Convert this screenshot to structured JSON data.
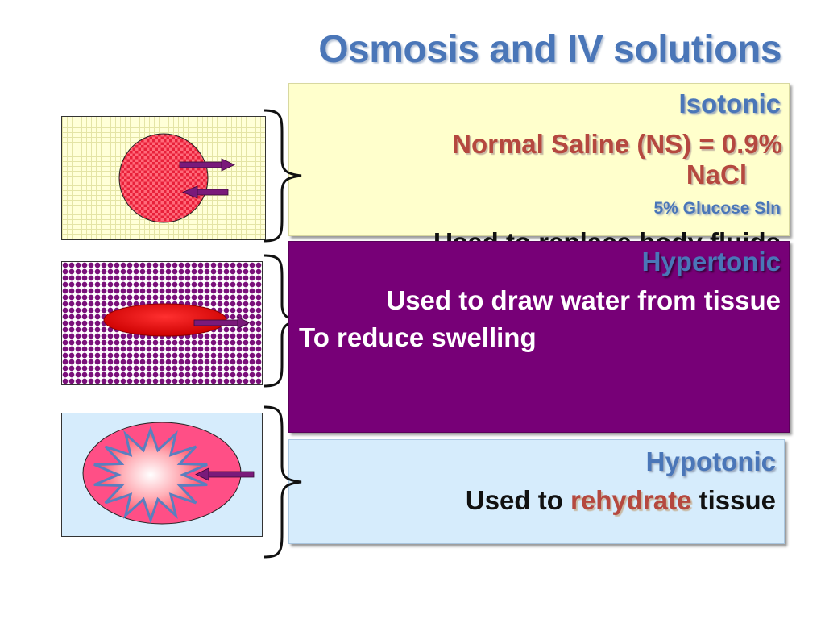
{
  "title": "Osmosis and IV solutions",
  "isotonic": {
    "heading": "Isotonic",
    "line1": "Normal Saline (NS) = 0.9%",
    "line2": "NaCl",
    "line3": "5% Glucose Sln",
    "overflow": "Used to replace body fluids"
  },
  "hypertonic": {
    "heading": "Hypertonic",
    "line1": "Used to draw water from tissue",
    "line2": "To reduce swelling"
  },
  "hypotonic": {
    "heading": "Hypotonic",
    "prefix": "Used to ",
    "highlight": "rehydrate",
    "suffix": " tissue"
  },
  "colors": {
    "title": "#4a76b8",
    "isotonic_panel": "#ffffcc",
    "hypertonic_panel": "#770077",
    "hypotonic_panel": "#d6ecfc",
    "accent_red": "#b5483f",
    "arrow": "#7a1a7a",
    "cell_red": "#ff4d6a"
  },
  "icons": [
    "cell-isotonic-icon",
    "cell-hypertonic-icon",
    "cell-hypotonic-icon",
    "curly-brace-icon",
    "arrow-right-icon",
    "arrow-left-icon"
  ]
}
